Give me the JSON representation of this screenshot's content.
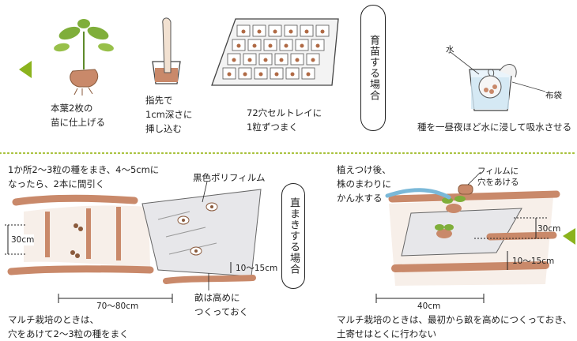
{
  "colors": {
    "accent_green": "#8bb31d",
    "soil": "#c9896a",
    "dotted": "#a7c13a"
  },
  "top": {
    "label_vertical": "育苗する場合",
    "step1": [
      "本葉2枚の",
      "苗に仕上げる"
    ],
    "step2": [
      "指先で",
      "1cm深さに",
      "挿し込む"
    ],
    "step3": [
      "72穴セルトレイに",
      "1粒ずつまく"
    ],
    "soak": {
      "water_label": "水",
      "bag_label": "布袋",
      "caption": "種を一昼夜ほど水に浸して吸水させる"
    }
  },
  "bottom_left": {
    "label_vertical": "直まきする場合",
    "instruction": [
      "1か所2～3粒の種をまき、4～5cmに",
      "なったら、2本に間引く"
    ],
    "film_label": "黒色ポリフィルム",
    "dim_height": "30cm",
    "dim_ridge": "10～15cm",
    "dim_width": "70～80cm",
    "ridge_note": [
      "畝は高めに",
      "つくっておく"
    ],
    "mulch_note": [
      "マルチ栽培のときは、",
      "穴をあけて2～3粒の種をまく"
    ]
  },
  "bottom_right": {
    "water_note": [
      "植えつけ後、",
      "株のまわりに",
      "かん水する"
    ],
    "film_hole_note": [
      "フィルムに",
      "穴をあける"
    ],
    "dim_height": "30cm",
    "dim_ridge": "10～15cm",
    "dim_width": "40cm",
    "mulch_note": [
      "マルチ栽培のときは、最初から畝を高めにつくっておき、",
      "土寄せはとくに行わない"
    ]
  }
}
